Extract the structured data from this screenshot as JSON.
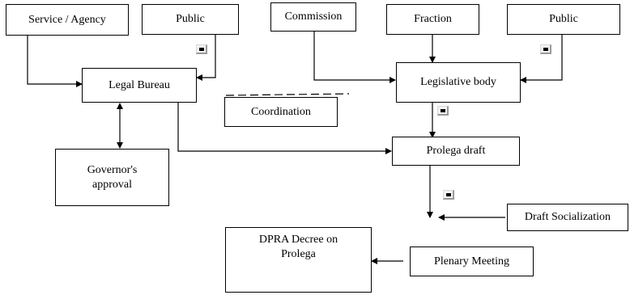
{
  "nodes": {
    "service_agency": "Service / Agency",
    "public_left": "Public",
    "commission": "Commission",
    "fraction": "Fraction",
    "public_right": "Public",
    "legal_bureau": "Legal Bureau",
    "legislative_body": "Legislative body",
    "coordination": "Coordination",
    "governors_approval": "Governor's\napproval",
    "prolega_draft": "Prolega draft",
    "draft_socialization": "Draft Socialization",
    "dpra_decree": "DPRA Decree on\nProlega",
    "plenary_meeting": "Plenary Meeting"
  },
  "marker_icon": "small-window-icon"
}
